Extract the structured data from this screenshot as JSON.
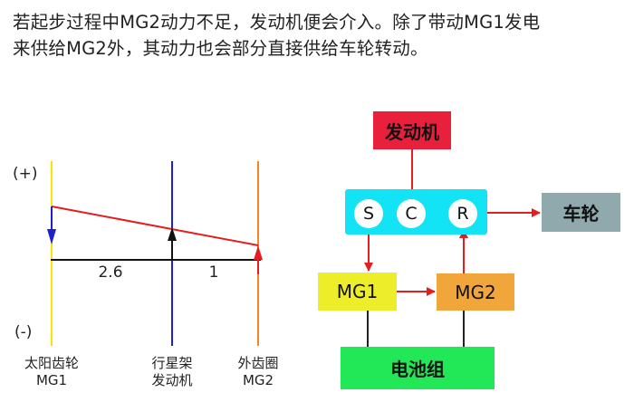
{
  "caption": {
    "line1": "若起步过程中MG2动力不足，发动机便会介入。除了带动MG1发电",
    "line2": "来供给MG2外，其动力也会部分直接供给车轮转动。"
  },
  "lever": {
    "plus": "(+)",
    "minus": "(-)",
    "ratio_left": "2.6",
    "ratio_right": "1",
    "axes": [
      {
        "name": "太阳齿轮",
        "sub": "MG1",
        "color": "#f5e800"
      },
      {
        "name": "行星架",
        "sub": "发动机",
        "color": "#1f1fd0"
      },
      {
        "name": "外齿圈",
        "sub": "MG2",
        "color": "#f08a20"
      }
    ]
  },
  "flow": {
    "engine": "发动机",
    "s": "S",
    "c": "C",
    "r": "R",
    "wheel": "车轮",
    "mg1": "MG1",
    "mg2": "MG2",
    "battery": "电池组",
    "colors": {
      "engine": "#e8203c",
      "gearset": "#12e4f5",
      "wheel": "#8fa9ad",
      "mg1": "#eded2a",
      "mg2": "#f0a63a",
      "battery": "#22e858",
      "arrow": "#e41e1e"
    }
  }
}
